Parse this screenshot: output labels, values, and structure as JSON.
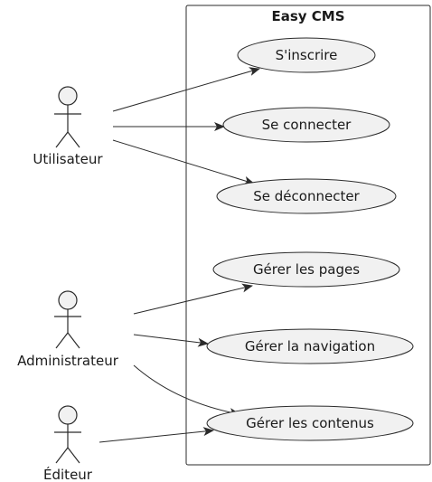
{
  "system": {
    "title": "Easy CMS"
  },
  "actors": {
    "utilisateur": "Utilisateur",
    "administrateur": "Administrateur",
    "editeur": "Éditeur"
  },
  "use_cases": {
    "inscrire": "S'inscrire",
    "connecter": "Se connecter",
    "deconnecter": "Se déconnecter",
    "pages": "Gérer les pages",
    "navigation": "Gérer la navigation",
    "contenus": "Gérer les contenus"
  },
  "associations": [
    [
      "utilisateur",
      "inscrire"
    ],
    [
      "utilisateur",
      "connecter"
    ],
    [
      "utilisateur",
      "deconnecter"
    ],
    [
      "administrateur",
      "pages"
    ],
    [
      "administrateur",
      "navigation"
    ],
    [
      "administrateur",
      "contenus"
    ],
    [
      "editeur",
      "contenus"
    ]
  ],
  "colors": {
    "line": "#2b2b2b",
    "fill": "#f1f1f1",
    "text": "#1a1a1a"
  }
}
